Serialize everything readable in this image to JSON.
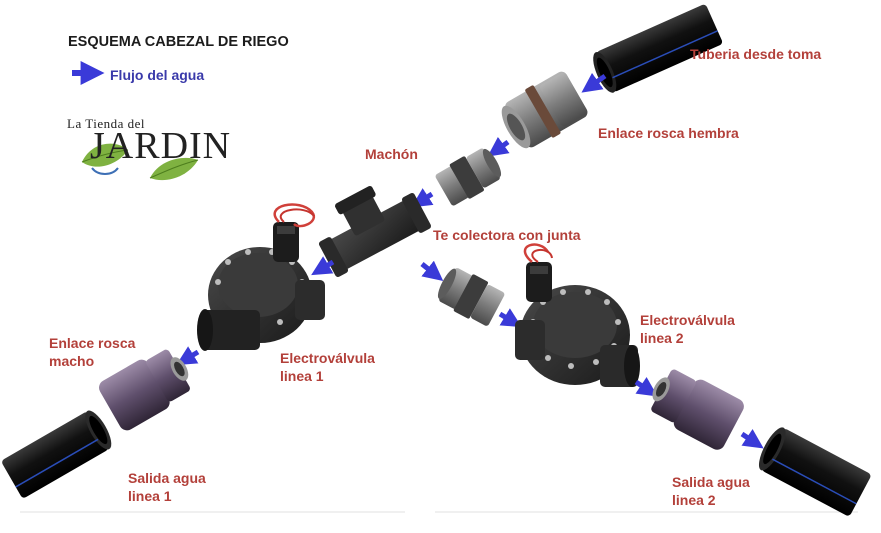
{
  "title": "ESQUEMA CABEZAL DE RIEGO",
  "legend": {
    "label": "Flujo del agua",
    "arrow_color": "#3a3ad8"
  },
  "logo": {
    "top_text": "La Tienda del",
    "main_text": "JARDIN"
  },
  "labels": {
    "tuberia": "Tuberia desde toma",
    "enlace_hembra": "Enlace rosca hembra",
    "machon": "Machón",
    "te_colectora": "Te colectora con junta",
    "electro1_a": "Electroválvula",
    "electro1_b": "linea 1",
    "electro2_a": "Electroválvula",
    "electro2_b": "linea 2",
    "enlace_macho_a": "Enlace rosca",
    "enlace_macho_b": "macho",
    "salida1_a": "Salida agua",
    "salida1_b": "linea 1",
    "salida2_a": "Salida agua",
    "salida2_b": "linea 2"
  },
  "colors": {
    "label_red": "#b3403a",
    "pipe": "#111111",
    "pipe_stripe": "#2a4db8",
    "fitting_grey": "#8d8d8d",
    "union_purple": "#6b5a78",
    "valve_black": "#2b2b2b",
    "wire_red": "#d0403a"
  }
}
